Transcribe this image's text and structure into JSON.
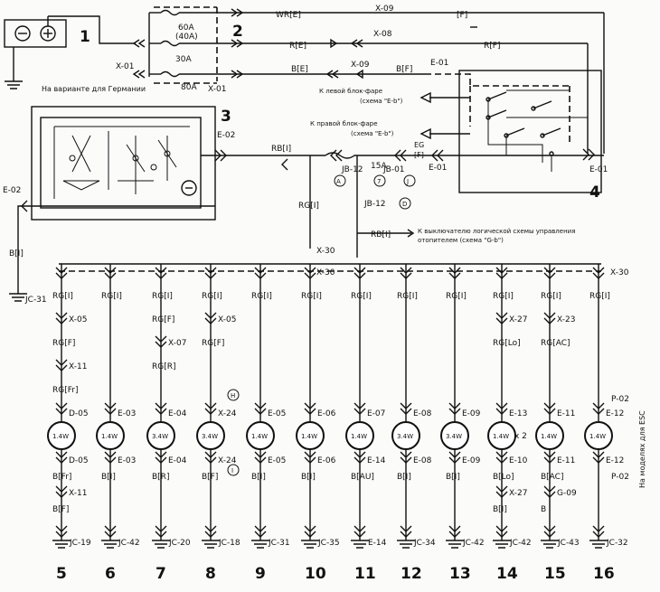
{
  "components": {
    "n1": "1",
    "n2": "2",
    "n3": "3",
    "n4": "4"
  },
  "fuses": {
    "f60": "60A",
    "f40": "(40A)",
    "f30": "30A",
    "f80": "80A",
    "f15": "15A"
  },
  "connectors": {
    "x01": "X-01",
    "x09": "X-09",
    "x08": "X-08",
    "e01": "E-01",
    "e02": "E-02",
    "jb12": "JB-12",
    "jb01": "JB-01",
    "x30": "X-30",
    "jc31": "JC-31"
  },
  "wires": {
    "wr_e": "WR[E]",
    "f_top": "[F]",
    "r_e": "R[E]",
    "r_f": "R[F]",
    "b_e": "B[E]",
    "b_f": "B[F]",
    "rb_i": "RB[I]",
    "rg_i": "RG[I]",
    "b_i": "B[I]",
    "eg": "EG",
    "f_eg": "[F]"
  },
  "markers": {
    "a": "A",
    "seven": "7",
    "j": "J",
    "d": "D",
    "h": "H",
    "i": "I"
  },
  "notes": {
    "germany": "На варианте для Германии",
    "left_headlight": "К левой блок-фаре",
    "left_headlight_scheme": "(схема \"E-b\")",
    "right_headlight": "К правой блок-фаре",
    "right_headlight_scheme": "(схема \"E-b\")",
    "heater_switch": "К выключателю логической схемы управления",
    "heater_switch_scheme": "отопителем (схема \"G-b\")",
    "esc_models": "На моделях для ESC"
  },
  "branches": [
    {
      "num": "5",
      "top": "RG[I]",
      "mid": [
        "X-05",
        "RG[F]",
        "X-11",
        "RG[Fr]"
      ],
      "conn_top": "D-05",
      "lamp": "1.4W",
      "conn_bot": "D-05",
      "bot": [
        "B[Fr]",
        "X-11",
        "B[F]"
      ],
      "ground": "JC-19"
    },
    {
      "num": "6",
      "top": "RG[I]",
      "mid": [],
      "conn_top": "E-03",
      "lamp": "1.4W",
      "conn_bot": "E-03",
      "bot": [
        "B[I]"
      ],
      "ground": "JC-42"
    },
    {
      "num": "7",
      "top": "RG[I]",
      "mid": [
        "RG[F]",
        "X-07",
        "RG[R]"
      ],
      "conn_top": "E-04",
      "lamp": "3.4W",
      "conn_bot": "E-04",
      "bot": [
        "B[R]"
      ],
      "ground": "JC-20"
    },
    {
      "num": "8",
      "top": "RG[I]",
      "mid": [
        "X-05",
        "RG[F]"
      ],
      "conn_top": "X-24",
      "lamp": "3.4W",
      "conn_bot": "X-24",
      "bot": [
        "B[F]"
      ],
      "ground": "JC-18"
    },
    {
      "num": "9",
      "top": "RG[I]",
      "mid": [],
      "conn_top": "E-05",
      "lamp": "1.4W",
      "conn_bot": "E-05",
      "bot": [
        "B[I]"
      ],
      "ground": "JC-31"
    },
    {
      "num": "10",
      "top": "RG[I]",
      "mid": [],
      "conn_top": "E-06",
      "lamp": "1.4W",
      "conn_bot": "E-06",
      "bot": [
        "B[I]"
      ],
      "ground": "JC-35"
    },
    {
      "num": "11",
      "top": "RG[I]",
      "mid": [],
      "conn_top": "E-07",
      "lamp": "1.4W",
      "conn_bot": "E-14",
      "bot": [
        "B[AU]"
      ],
      "ground": "E-14"
    },
    {
      "num": "12",
      "top": "RG[I]",
      "mid": [],
      "conn_top": "E-08",
      "lamp": "3.4W",
      "conn_bot": "E-08",
      "bot": [
        "B[I]"
      ],
      "ground": "JC-34"
    },
    {
      "num": "13",
      "top": "RG[I]",
      "mid": [],
      "conn_top": "E-09",
      "lamp": "3.4W",
      "conn_bot": "E-09",
      "bot": [
        "B[I]"
      ],
      "ground": "JC-42"
    },
    {
      "num": "14",
      "top": "RG[I]",
      "mid": [
        "X-27",
        "RG[Lo]"
      ],
      "conn_top": "E-13",
      "lamp": "1.4W x 2",
      "conn_bot": "E-10",
      "bot": [
        "B[Lo]",
        "X-27",
        "B[I]"
      ],
      "ground": "JC-42"
    },
    {
      "num": "15",
      "top": "RG[I]",
      "mid": [
        "X-23",
        "RG[AC]"
      ],
      "conn_top": "E-11",
      "lamp": "1.4W",
      "conn_bot": "E-11",
      "bot": [
        "B[AC]",
        "G-09",
        "B"
      ],
      "ground": "JC-43"
    },
    {
      "num": "16",
      "top": "RG[I]",
      "mid": [],
      "conn_top": "E-12",
      "lamp": "1.4W",
      "conn_bot": "E-12",
      "bot": [],
      "ground": "JC-32"
    }
  ],
  "extra": {
    "p02_top": "P-02",
    "p02_bot": "P-02"
  }
}
